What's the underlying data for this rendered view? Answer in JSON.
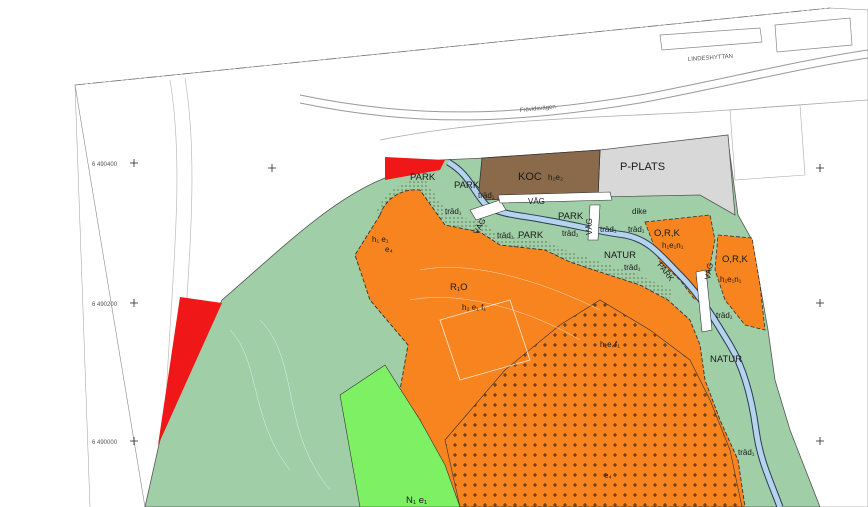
{
  "background_labels": {
    "lindeshyttan": "LINDESHYTTAN",
    "road": "Frövidsvägen"
  },
  "grid_labels": {
    "g1": "6 490400",
    "g2": "6 490200",
    "g3": "6 490000"
  },
  "zones": {
    "koc": "KOC",
    "koc_sub": "h₂e₂",
    "p_plats": "P-PLATS",
    "park": "PARK",
    "vag": "VÄG",
    "natur": "NATUR",
    "trad": "träd₁",
    "dike": "dike",
    "r_o": "R₁O",
    "r_o_sub": "h₂ e₁ f₁",
    "h_e_left": "h₁ e₁",
    "h_e_left2": "e₄",
    "mid_sub": "h₁e₄f₁",
    "ork1": "O,R,K",
    "ork1_sub": "h₁e₁n₁",
    "ork2": "O,R,K",
    "ork2_sub": "h₁e₁n₁",
    "n_bottom": "N₁ e₁",
    "bottom_e": "e₄"
  },
  "colors": {
    "park_green": "#9fcea7",
    "orange": "#f7841f",
    "brown": "#8a6a4b",
    "grey": "#d8d8d8",
    "red": "#ef1717",
    "light_green": "#7ef064",
    "water_blue": "#b5d3ec"
  }
}
